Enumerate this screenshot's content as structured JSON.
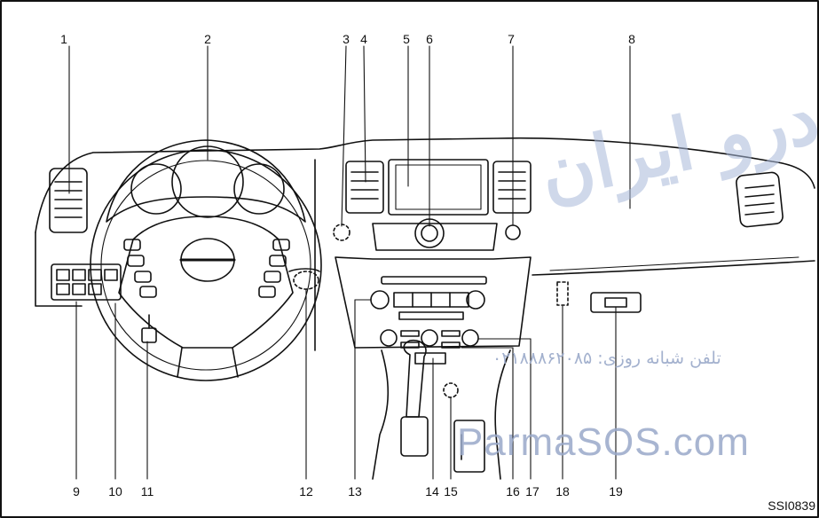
{
  "callouts": [
    "1",
    "2",
    "3",
    "4",
    "5",
    "6",
    "7",
    "8",
    "9",
    "10",
    "11",
    "12",
    "13",
    "14",
    "15",
    "16",
    "17",
    "18",
    "19"
  ],
  "figure_code": "SSI0839",
  "watermark": {
    "persian_name": "امداد خودرو ایران",
    "phone": "تلفن شبانه روزی: ۰۲۱۸۸۸۶۲۰۸۵",
    "site": "ParmaSOS.com"
  },
  "colors": {
    "line": "#111111",
    "watermark": "#9aa9c9"
  }
}
